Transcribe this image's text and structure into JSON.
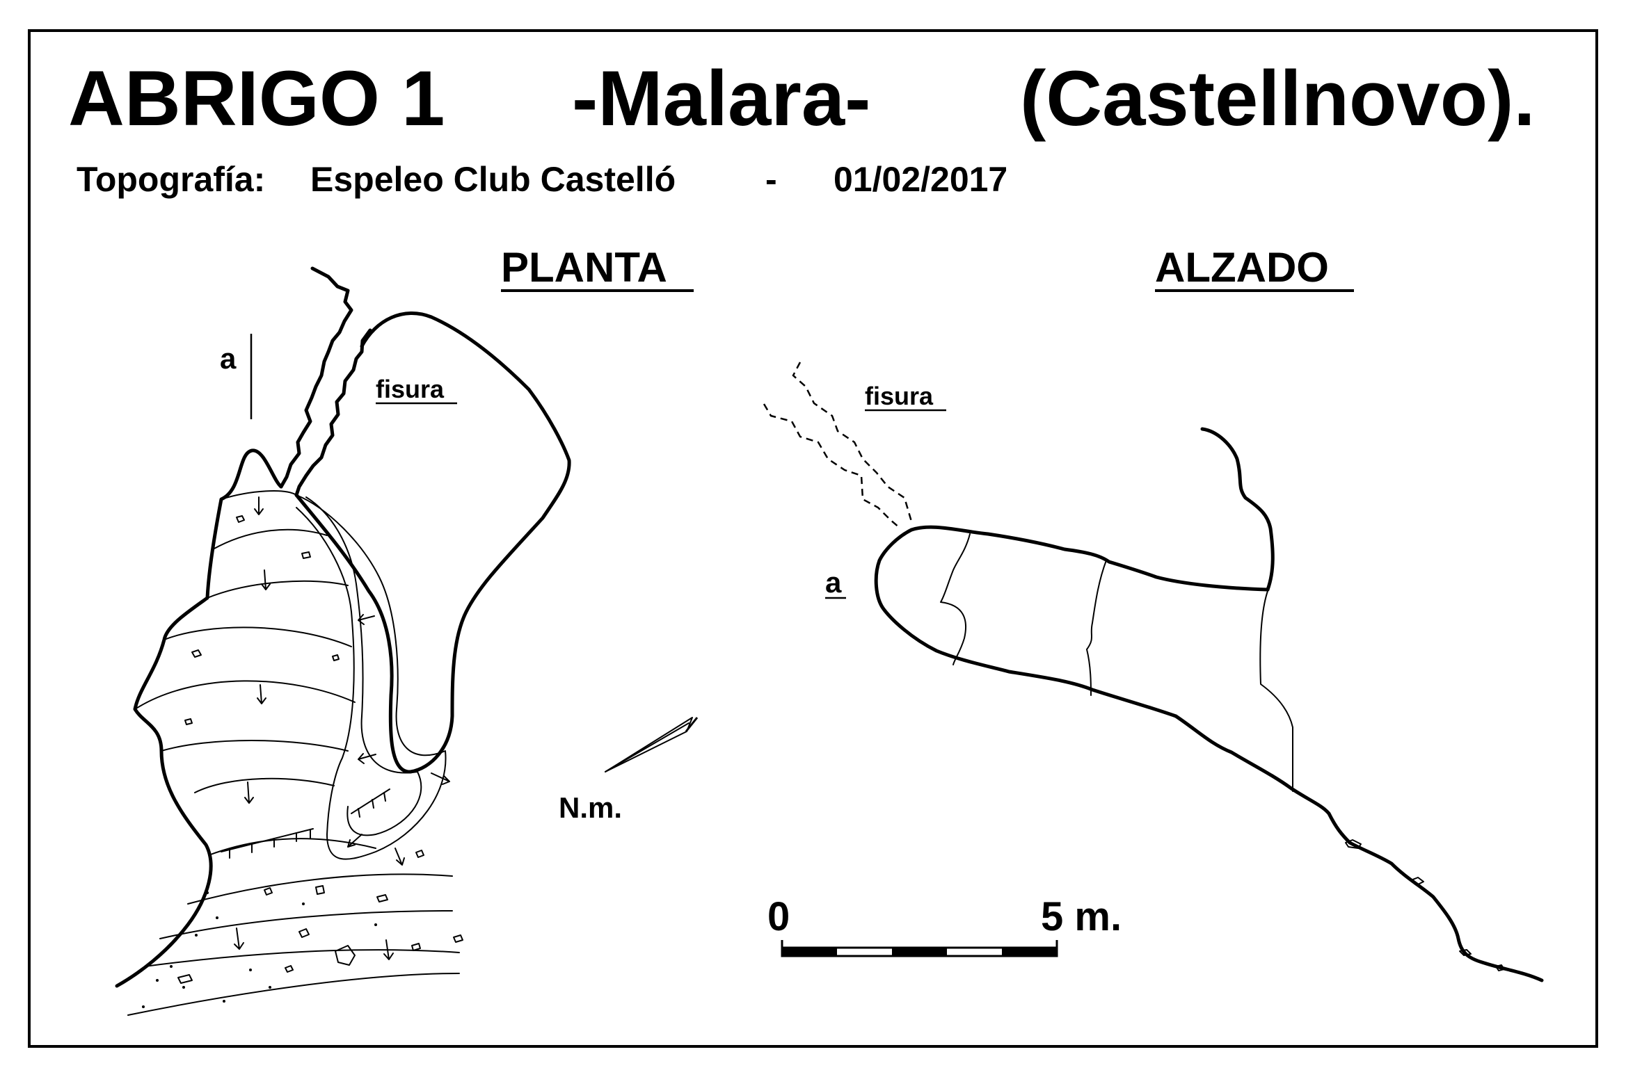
{
  "title": {
    "name": "ABRIGO  1",
    "site": "-Malara-",
    "town": "(Castellnovo)."
  },
  "subtitle": {
    "prefix": "Topografía:",
    "club": "Espeleo Club Castelló",
    "separator": "-",
    "date": "01/02/2017"
  },
  "plan": {
    "heading": "PLANTA",
    "fissure_label": "fisura",
    "section_mark": "a",
    "north_label": "N.m."
  },
  "elevation": {
    "heading": "ALZADO",
    "fissure_label": "fisura",
    "section_mark": "a"
  },
  "scale": {
    "start_label": "0",
    "end_label": "5 m."
  },
  "colors": {
    "ink": "#000000",
    "paper": "#ffffff"
  }
}
